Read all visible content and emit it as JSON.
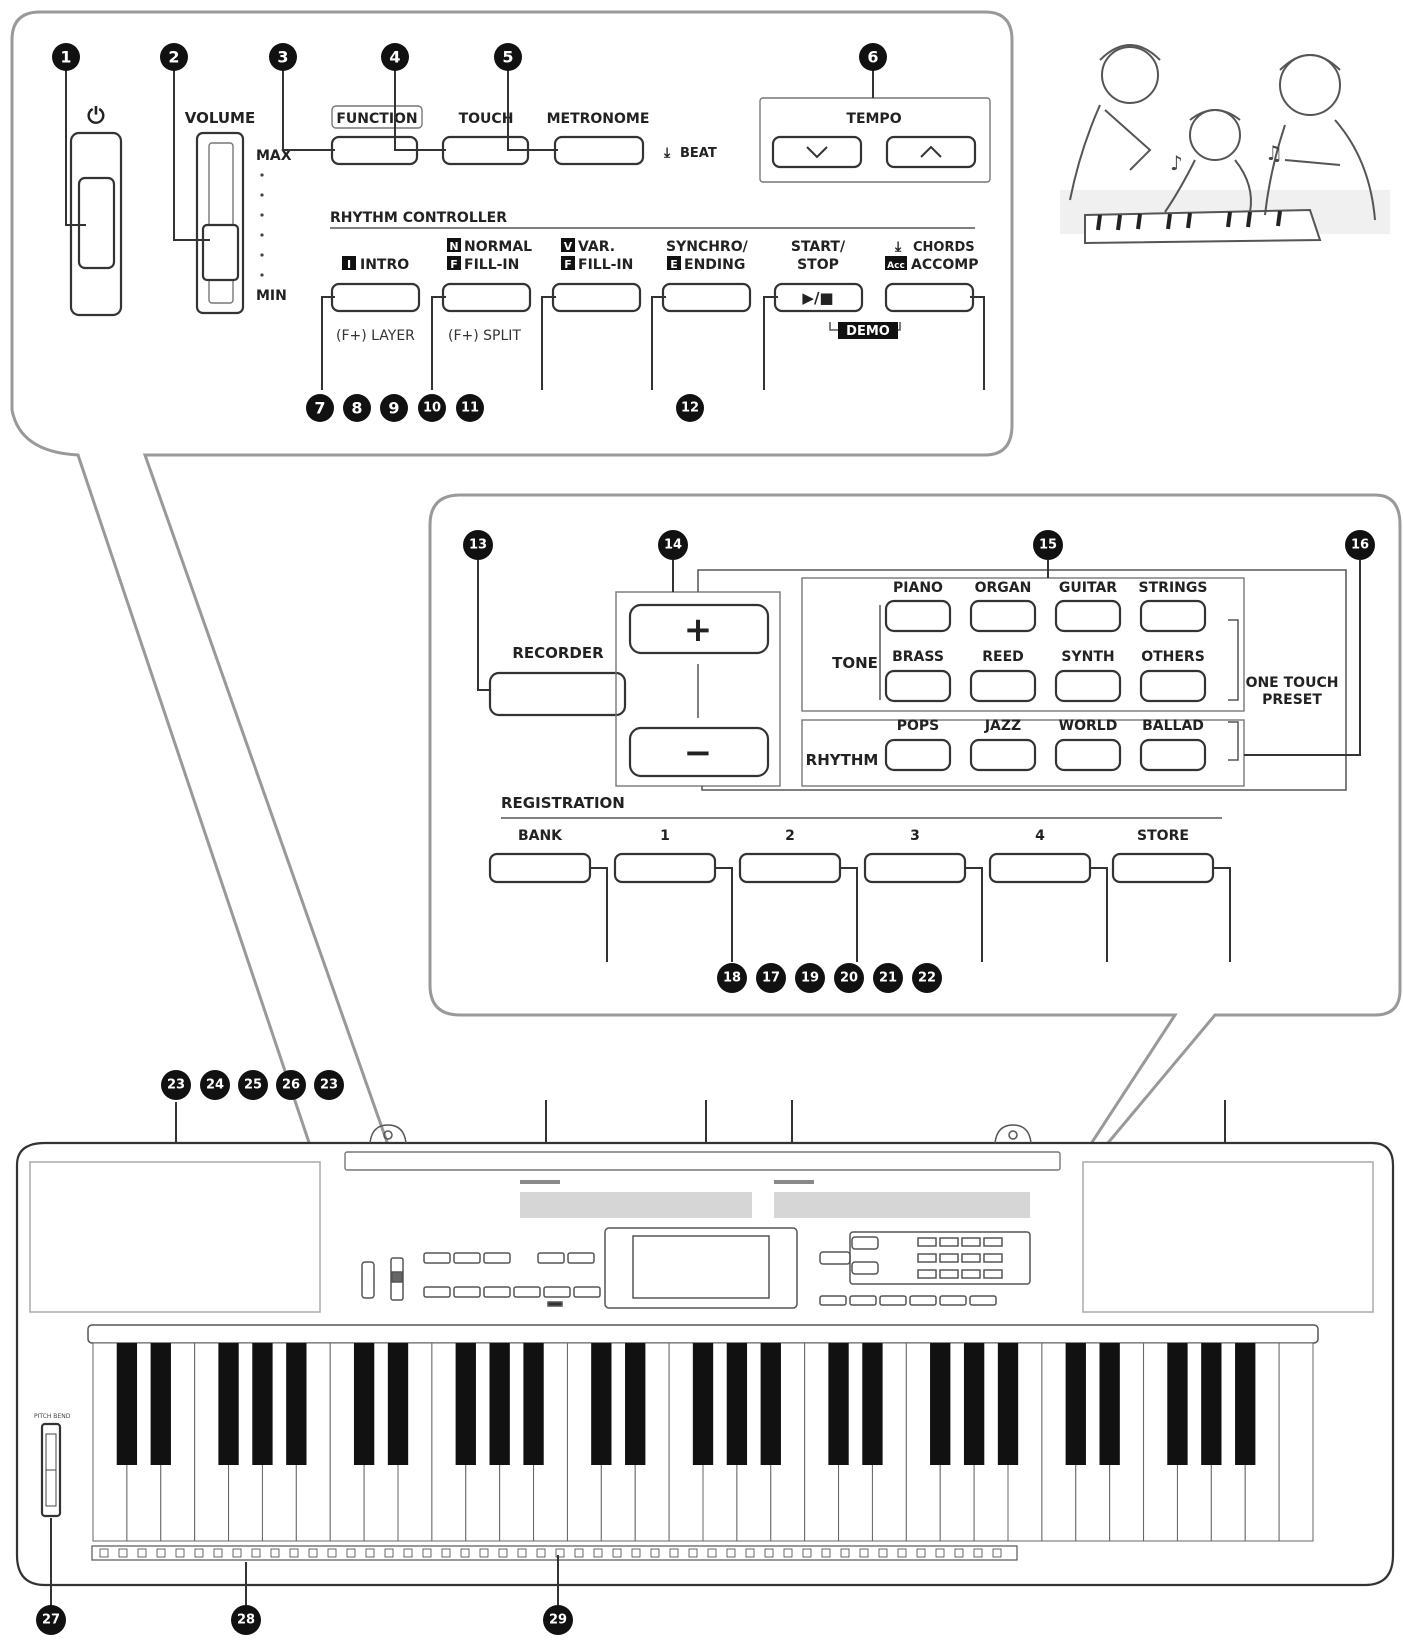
{
  "top_panel": {
    "power_symbol": "⏻",
    "volume": {
      "label": "VOLUME",
      "max": "MAX",
      "min": "MIN"
    },
    "buttons_row1": {
      "function": "FUNCTION",
      "touch": "TOUCH",
      "metronome": "METRONOME",
      "beat": "BEAT"
    },
    "tempo": {
      "label": "TEMPO"
    },
    "rhythm_controller": {
      "title": "RHYTHM CONTROLLER",
      "intro": {
        "badge": "I",
        "label": "INTRO",
        "sub": "(F+) LAYER"
      },
      "normal_fill": {
        "badge1": "N",
        "line1": "NORMAL",
        "badge2": "F",
        "line2": "FILL-IN",
        "sub": "(F+) SPLIT"
      },
      "var_fill": {
        "badge1": "V",
        "line1": "VAR.",
        "badge2": "F",
        "line2": "FILL-IN"
      },
      "synchro": {
        "line1": "SYNCHRO/",
        "badge2": "E",
        "line2": "ENDING"
      },
      "start_stop": {
        "line1": "START/",
        "line2": "STOP",
        "symbol": "▶/■",
        "demo": "DEMO"
      },
      "accomp": {
        "line1": "CHORDS",
        "badge2": "Acc",
        "line2": "ACCOMP"
      }
    }
  },
  "middle_panel": {
    "recorder": "RECORDER",
    "plus": "+",
    "minus": "−",
    "tone_label": "TONE",
    "rhythm_label": "RHYTHM",
    "one_touch": [
      "ONE TOUCH",
      "PRESET"
    ],
    "tones_row1": [
      "PIANO",
      "ORGAN",
      "GUITAR",
      "STRINGS"
    ],
    "tones_row2": [
      "BRASS",
      "REED",
      "SYNTH",
      "OTHERS"
    ],
    "rhythms": [
      "POPS",
      "JAZZ",
      "WORLD",
      "BALLAD"
    ],
    "registration": {
      "title": "REGISTRATION",
      "buttons": [
        "BANK",
        "1",
        "2",
        "3",
        "4",
        "STORE"
      ]
    }
  },
  "callouts": {
    "c1": "1",
    "c2": "2",
    "c3": "3",
    "c4": "4",
    "c5": "5",
    "c6": "6",
    "c7": "7",
    "c8": "8",
    "c9": "9",
    "c10": "10",
    "c11": "11",
    "c12": "12",
    "c13": "13",
    "c14": "14",
    "c15": "15",
    "c16": "16",
    "c18": "18",
    "c17": "17",
    "c19": "19",
    "c20": "20",
    "c21": "21",
    "c22": "22",
    "c23a": "23",
    "c24": "24",
    "c25": "25",
    "c26": "26",
    "c23b": "23",
    "c27": "27",
    "c28": "28",
    "c29": "29"
  },
  "colors": {
    "ink": "#222222",
    "frame": "#999999",
    "badge": "#111111"
  }
}
